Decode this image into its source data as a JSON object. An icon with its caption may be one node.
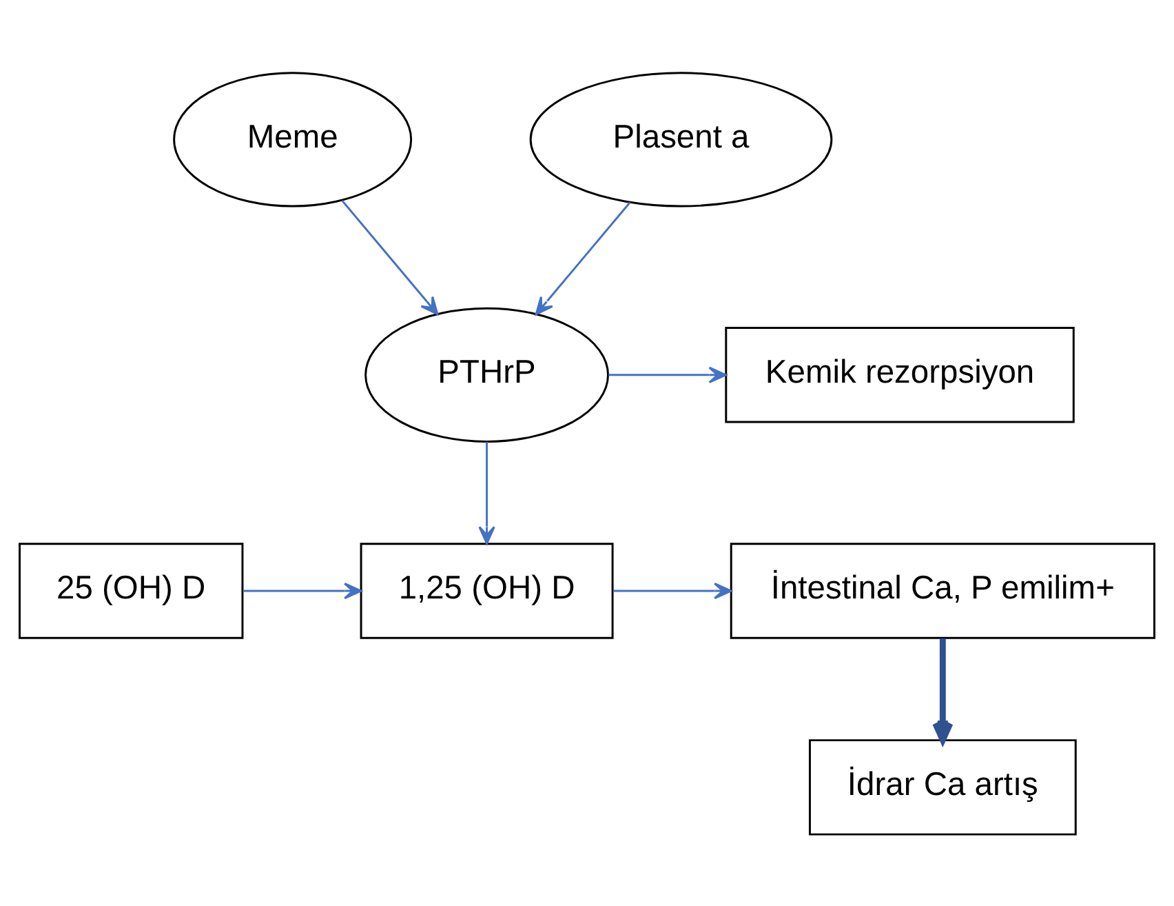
{
  "diagram": {
    "nodes": [
      {
        "text": [
          "Meme"
        ]
      },
      {
        "text": [
          "Plasent a"
        ]
      },
      {
        "text": [
          "PTHrP"
        ]
      },
      {
        "text": [
          "Kemik rezorpsiyon"
        ]
      },
      {
        "text": [
          "25 (OH) D"
        ]
      },
      {
        "text": [
          "1,25 (OH) D"
        ]
      },
      {
        "text": [
          "İntestinal Ca, P emilim+"
        ]
      },
      {
        "text": [
          "İdrar Ca artış"
        ]
      }
    ],
    "edges": [
      {
        "from": 0,
        "to": 2,
        "arrow": "to"
      },
      {
        "from": 1,
        "to": 2,
        "arrow": "to"
      },
      {
        "from": 2,
        "to": 3,
        "arrow": "to"
      },
      {
        "from": 4,
        "to": 5,
        "arrow": "to"
      },
      {
        "from": 2,
        "to": 5,
        "arrow": "to"
      },
      {
        "from": 5,
        "to": 6,
        "arrow": "to"
      },
      {
        "from": 6,
        "to": 7,
        "arrow": "to",
        "style": "thick",
        "color": "#2f528f"
      }
    ]
  }
}
